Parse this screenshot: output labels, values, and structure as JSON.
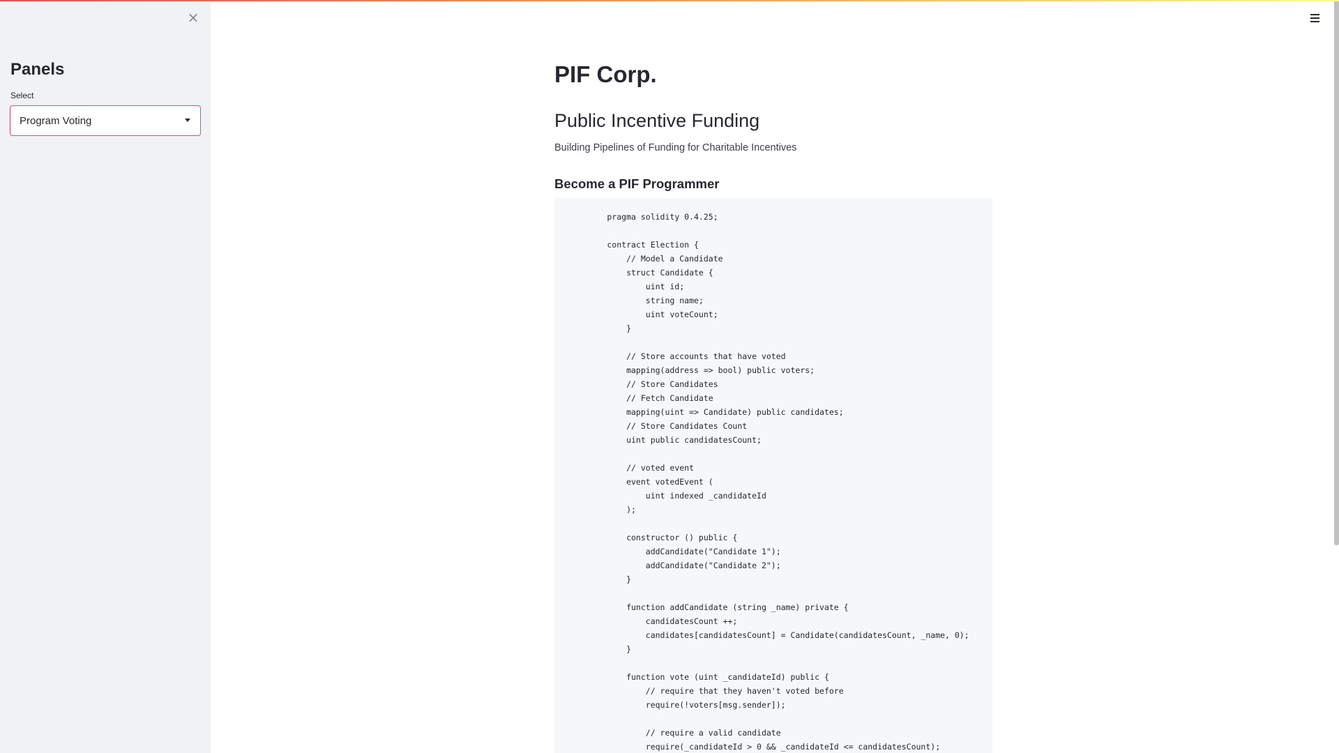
{
  "sidebar": {
    "close_icon": "×",
    "title": "Panels",
    "select": {
      "label": "Select",
      "value": "Program Voting"
    }
  },
  "header": {
    "menu_icon": "hamburger-menu-icon"
  },
  "main": {
    "title": "PIF Corp.",
    "subtitle": "Public Incentive Funding",
    "tagline": "Building Pipelines of Funding for Charitable Incentives",
    "section_heading": "Become a PIF Programmer",
    "code": "        pragma solidity 0.4.25;\n\n        contract Election {\n            // Model a Candidate\n            struct Candidate {\n                uint id;\n                string name;\n                uint voteCount;\n            }\n\n            // Store accounts that have voted\n            mapping(address => bool) public voters;\n            // Store Candidates\n            // Fetch Candidate\n            mapping(uint => Candidate) public candidates;\n            // Store Candidates Count\n            uint public candidatesCount;\n\n            // voted event\n            event votedEvent (\n                uint indexed _candidateId\n            );\n\n            constructor () public {\n                addCandidate(\"Candidate 1\");\n                addCandidate(\"Candidate 2\");\n            }\n\n            function addCandidate (string _name) private {\n                candidatesCount ++;\n                candidates[candidatesCount] = Candidate(candidatesCount, _name, 0);\n            }\n\n            function vote (uint _candidateId) public {\n                // require that they haven't voted before\n                require(!voters[msg.sender]);\n\n                // require a valid candidate\n                require(_candidateId > 0 && _candidateId <= candidatesCount);"
  },
  "colors": {
    "sidebar_bg": "#f0f2f6",
    "select_border": "#f0466e",
    "code_bg": "#f6f7f9",
    "text": "#262730"
  }
}
